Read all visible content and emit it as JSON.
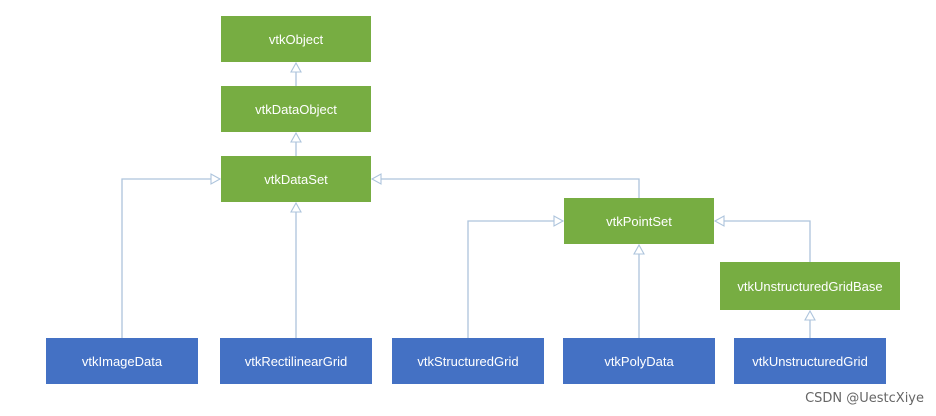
{
  "nodes": {
    "vtkObject": "vtkObject",
    "vtkDataObject": "vtkDataObject",
    "vtkDataSet": "vtkDataSet",
    "vtkPointSet": "vtkPointSet",
    "vtkUnstructuredGridBase": "vtkUnstructuredGridBase",
    "vtkImageData": "vtkImageData",
    "vtkRectilinearGrid": "vtkRectilinearGrid",
    "vtkStructuredGrid": "vtkStructuredGrid",
    "vtkPolyData": "vtkPolyData",
    "vtkUnstructuredGrid": "vtkUnstructuredGrid"
  },
  "inheritance": [
    {
      "child": "vtkDataObject",
      "parent": "vtkObject"
    },
    {
      "child": "vtkDataSet",
      "parent": "vtkDataObject"
    },
    {
      "child": "vtkImageData",
      "parent": "vtkDataSet"
    },
    {
      "child": "vtkRectilinearGrid",
      "parent": "vtkDataSet"
    },
    {
      "child": "vtkPointSet",
      "parent": "vtkDataSet"
    },
    {
      "child": "vtkStructuredGrid",
      "parent": "vtkPointSet"
    },
    {
      "child": "vtkPolyData",
      "parent": "vtkPointSet"
    },
    {
      "child": "vtkUnstructuredGridBase",
      "parent": "vtkPointSet"
    },
    {
      "child": "vtkUnstructuredGrid",
      "parent": "vtkUnstructuredGridBase"
    }
  ],
  "colors": {
    "abstract_class": "#77ad42",
    "concrete_class": "#4471c4",
    "connector": "#adc4dc"
  },
  "watermark": "CSDN @UestcXiye"
}
